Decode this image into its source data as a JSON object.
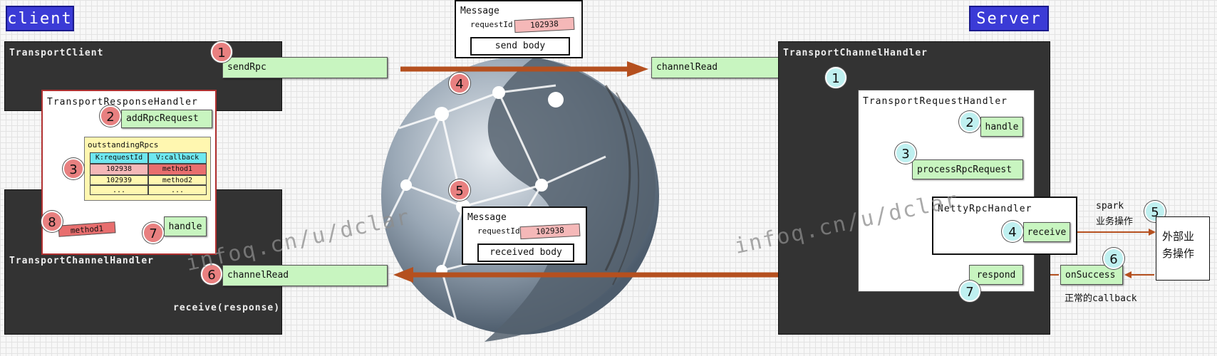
{
  "client": {
    "title": "client",
    "transport_client_label": "TransportClient",
    "send_rpc": "sendRpc",
    "response_handler_label": "TransportResponseHandler",
    "add_rpc_request": "addRpcRequest",
    "outstanding_label": "outstandingRpcs",
    "table_headers": [
      "K:requestId",
      "V:callback"
    ],
    "table_rows": [
      [
        "102938",
        "method1"
      ],
      [
        "102939",
        "method2"
      ],
      [
        "...",
        "..."
      ]
    ],
    "method1_tag": "method1",
    "handle": "handle",
    "channel_handler_label": "TransportChannelHandler",
    "channel_read": "channelRead",
    "receive_response": "receive(response)"
  },
  "server": {
    "title": "Server",
    "channel_handler_label": "TransportChannelHandler",
    "channel_read": "channelRead",
    "request_handler_label": "TransportRequestHandler",
    "handle": "handle",
    "process_rpc": "processRpcRequest",
    "netty_label": "NettyRpcHandler",
    "receive": "receive",
    "respond": "respond",
    "on_success": "onSuccess",
    "spark_label_line1": "spark",
    "spark_label_line2": "业务操作",
    "external_line1": "外部业",
    "external_line2": "务操作",
    "callback_note": "正常的callback"
  },
  "messages": {
    "send": {
      "title": "Message",
      "request_id_label": "requestId",
      "request_id": "102938",
      "body": "send body"
    },
    "receive": {
      "title": "Message",
      "request_id_label": "requestId",
      "request_id": "102938",
      "body": "received body"
    }
  },
  "badges": {
    "c1": "1",
    "c2": "2",
    "c3": "3",
    "c4": "4",
    "c5": "5",
    "c6": "6",
    "c7": "7",
    "c8": "8",
    "s1": "1",
    "s2": "2",
    "s3": "3",
    "s4": "4",
    "s5": "5",
    "s6": "6",
    "s7": "7"
  },
  "watermarks": [
    "infoq.cn/u/dclar",
    "infoq.cn/u/dclar"
  ],
  "colors": {
    "arrow": "#b5501f",
    "badge_client": "#e88080",
    "badge_server": "#bff0f0",
    "action_box": "#c8f5c0",
    "title_box": "#3b3bd6"
  }
}
